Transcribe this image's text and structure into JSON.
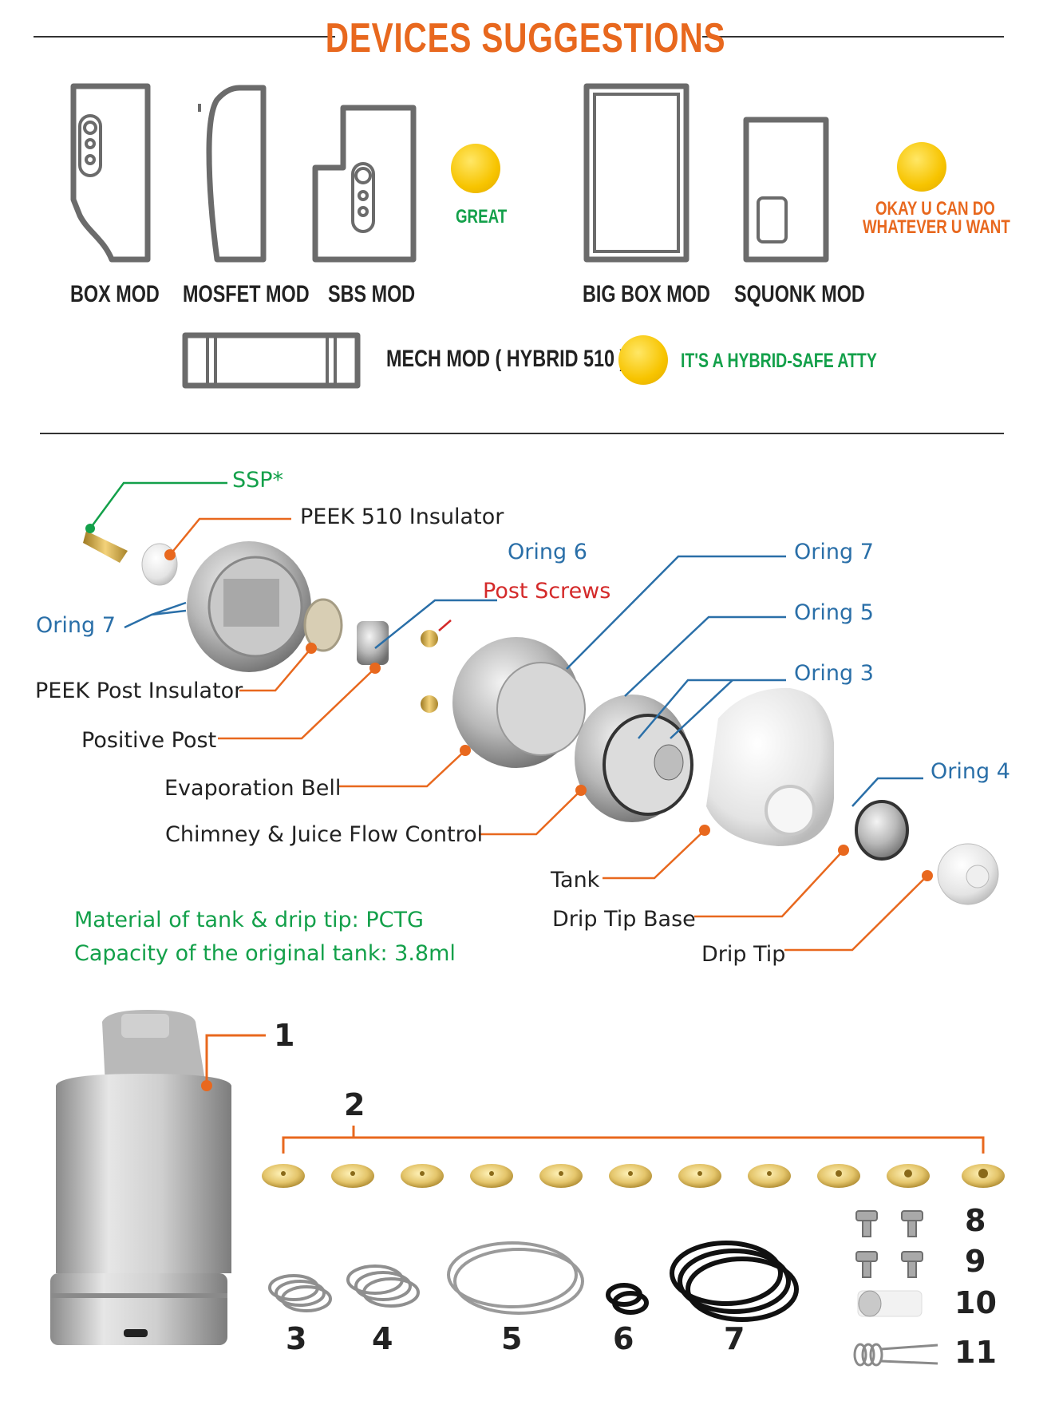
{
  "header": {
    "title": "DEVICES SUGGESTIONS"
  },
  "mods": {
    "box": "BOX MOD",
    "mosfet": "MOSFET MOD",
    "sbs": "SBS MOD",
    "bigbox": "BIG BOX MOD",
    "squonk": "SQUONK MOD",
    "mech": "MECH MOD ( HYBRID 510 )"
  },
  "ratings": {
    "great": "GREAT",
    "okay_line1": "OKAY U CAN DO",
    "okay_line2": "WHATEVER U WANT",
    "hybrid": "IT'S A HYBRID-SAFE ATTY"
  },
  "parts": {
    "ssp": "SSP*",
    "peek510": "PEEK 510 Insulator",
    "oring6": "Oring 6",
    "oring7_right": "Oring 7",
    "post_screws": "Post Screws",
    "oring5": "Oring 5",
    "oring7_left": "Oring 7",
    "oring3": "Oring 3",
    "peek_post": "PEEK Post Insulator",
    "positive_post": "Positive Post",
    "evap_bell": "Evaporation Bell",
    "chimney": "Chimney & Juice Flow Control",
    "oring4": "Oring 4",
    "tank": "Tank",
    "drip_tip_base": "Drip Tip Base",
    "drip_tip": "Drip Tip"
  },
  "notes": {
    "material": "Material of tank & drip tip:  PCTG",
    "capacity": "Capacity of the original tank: 3.8ml"
  },
  "kit_numbers": [
    "1",
    "2",
    "3",
    "4",
    "5",
    "6",
    "7",
    "8",
    "9",
    "10",
    "11"
  ],
  "colors": {
    "orange": "#e8681e",
    "green": "#13a04a",
    "blue": "#2a6fa8",
    "red": "#d42a2a",
    "brass": "#d9b04c"
  }
}
